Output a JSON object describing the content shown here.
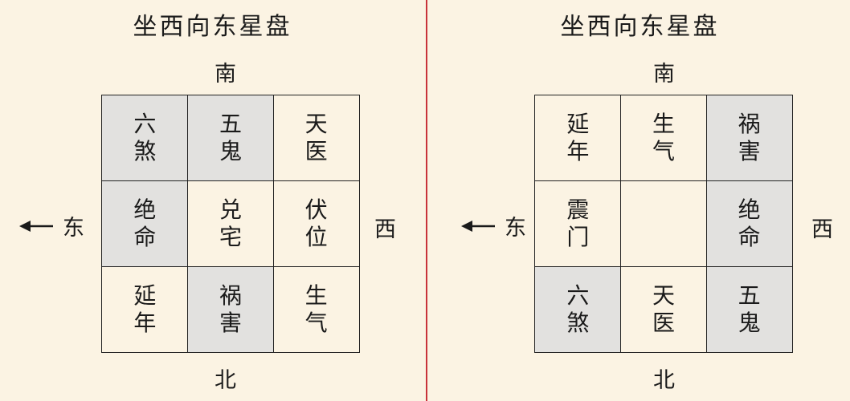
{
  "left_panel": {
    "title": "坐西向东星盘",
    "south": "南",
    "north": "北",
    "east": "东",
    "west": "西",
    "cells": [
      {
        "line1": "六",
        "line2": "煞",
        "shaded": true
      },
      {
        "line1": "五",
        "line2": "鬼",
        "shaded": true
      },
      {
        "line1": "天",
        "line2": "医",
        "shaded": false
      },
      {
        "line1": "绝",
        "line2": "命",
        "shaded": true
      },
      {
        "line1": "兑",
        "line2": "宅",
        "shaded": false
      },
      {
        "line1": "伏",
        "line2": "位",
        "shaded": false
      },
      {
        "line1": "延",
        "line2": "年",
        "shaded": false
      },
      {
        "line1": "祸",
        "line2": "害",
        "shaded": true
      },
      {
        "line1": "生",
        "line2": "气",
        "shaded": false
      }
    ]
  },
  "right_panel": {
    "title": "坐西向东星盘",
    "south": "南",
    "north": "北",
    "east": "东",
    "west": "西",
    "cells": [
      {
        "line1": "延",
        "line2": "年",
        "shaded": false
      },
      {
        "line1": "生",
        "line2": "气",
        "shaded": false
      },
      {
        "line1": "祸",
        "line2": "害",
        "shaded": true
      },
      {
        "line1": "震",
        "line2": "门",
        "shaded": false
      },
      {
        "line1": "",
        "line2": "",
        "shaded": false
      },
      {
        "line1": "绝",
        "line2": "命",
        "shaded": true
      },
      {
        "line1": "六",
        "line2": "煞",
        "shaded": true
      },
      {
        "line1": "天",
        "line2": "医",
        "shaded": false
      },
      {
        "line1": "五",
        "line2": "鬼",
        "shaded": true
      }
    ]
  },
  "colors": {
    "background": "#fbf3e3",
    "shaded_cell": "#e2e1df",
    "divider": "#c8323a",
    "line": "#222222"
  }
}
